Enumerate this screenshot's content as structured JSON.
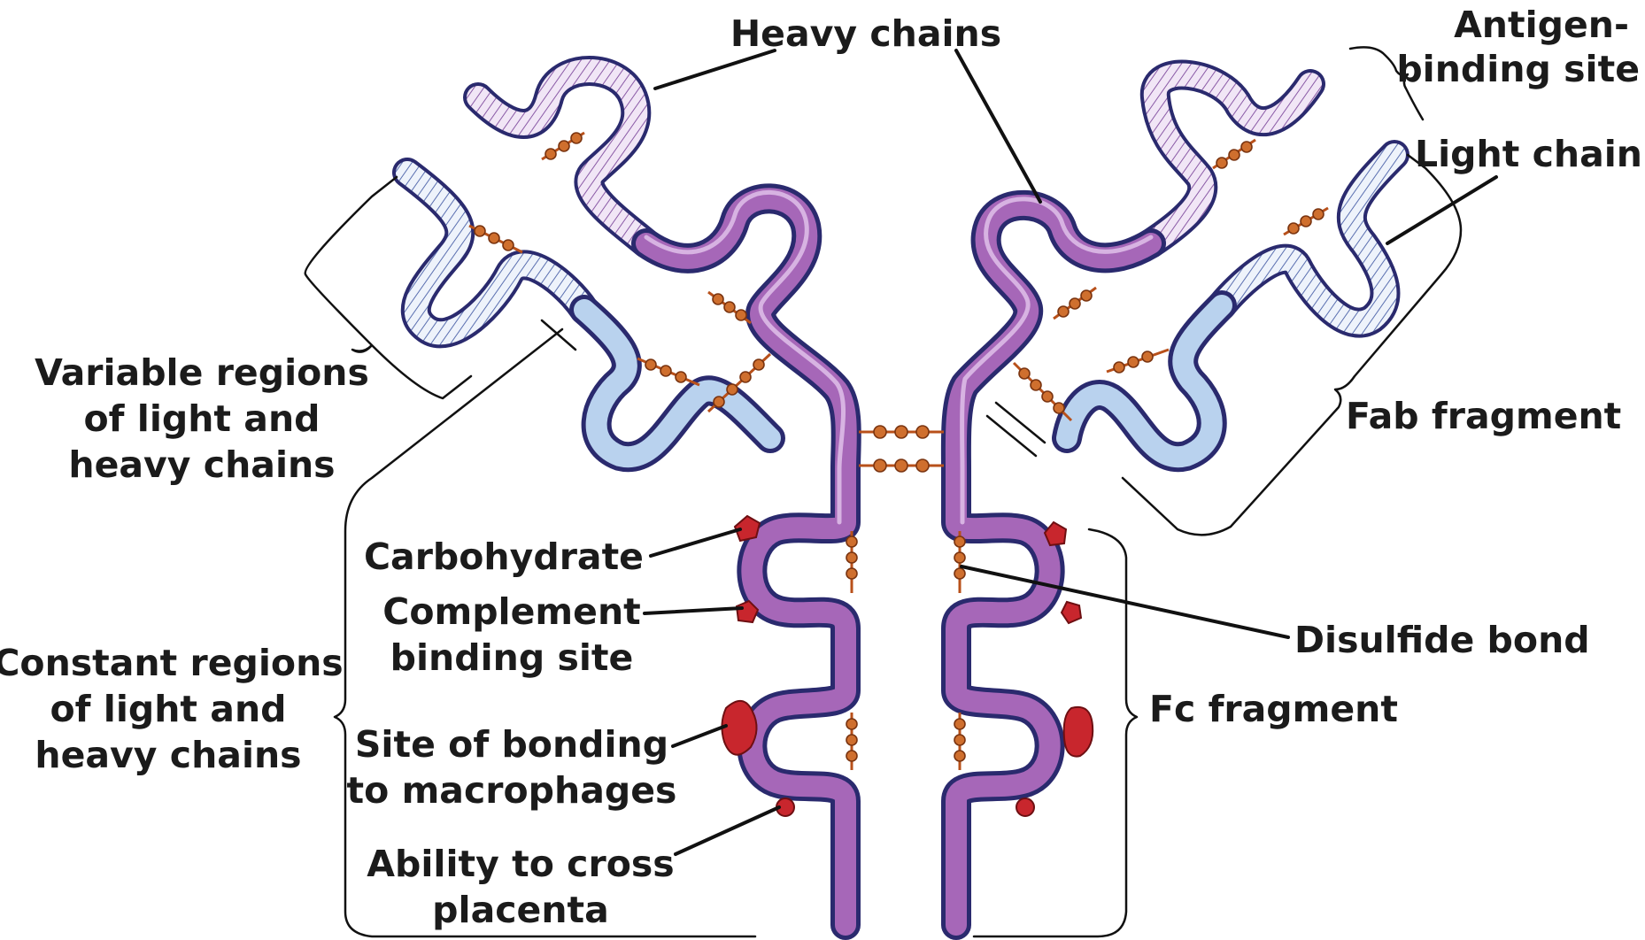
{
  "labels": {
    "heavy_chains": "Heavy chains",
    "antigen_binding_site": [
      "Antigen-",
      "binding site"
    ],
    "light_chain": "Light chain",
    "variable_regions": [
      "Variable regions",
      "of light and",
      "heavy chains"
    ],
    "fab_fragment": "Fab fragment",
    "carbohydrate": "Carbohydrate",
    "complement_binding_site": [
      "Complement",
      "binding site"
    ],
    "disulfide_bond": "Disulfide bond",
    "constant_regions": [
      "Constant regions",
      "of light and",
      "heavy chains"
    ],
    "fc_fragment": "Fc fragment",
    "macrophage_site": [
      "Site of bonding",
      "to macrophages"
    ],
    "cross_placenta": [
      "Ability to cross",
      "placenta"
    ]
  },
  "colors": {
    "heavy_chain": "#a667b8",
    "light_chain": "#b9d2ee",
    "chain_outline": "#2a2a6e",
    "disulfide_bond": "#cf6f2e",
    "binding_sites": "#c8262d",
    "text": "#1b1b1b"
  }
}
